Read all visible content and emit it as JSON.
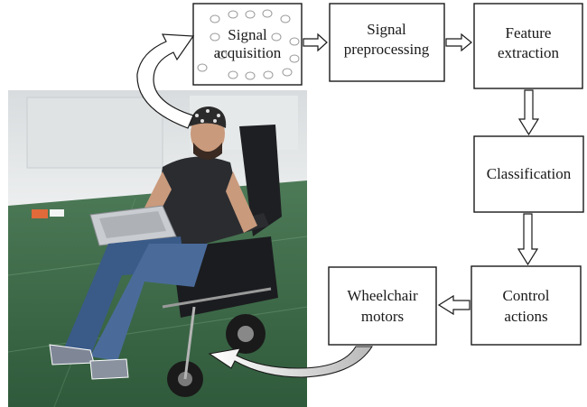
{
  "diagram": {
    "nodes": {
      "acquisition": {
        "line1": "Signal",
        "line2": "acquisition"
      },
      "preprocessing": {
        "line1": "Signal",
        "line2": "preprocessing"
      },
      "extraction": {
        "line1": "Feature",
        "line2": "extraction"
      },
      "classification": {
        "line1": "Classification"
      },
      "control": {
        "line1": "Control",
        "line2": "actions"
      },
      "motors": {
        "line1": "Wheelchair",
        "line2": "motors"
      }
    },
    "edges": [
      {
        "from": "acquisition",
        "to": "preprocessing"
      },
      {
        "from": "preprocessing",
        "to": "extraction"
      },
      {
        "from": "extraction",
        "to": "classification"
      },
      {
        "from": "classification",
        "to": "control"
      },
      {
        "from": "control",
        "to": "motors"
      },
      {
        "from": "motors",
        "to": "photo"
      },
      {
        "from": "photo",
        "to": "acquisition"
      }
    ]
  },
  "photo": {
    "subject": "man wearing EEG cap seated in powered wheelchair with laptop on lap"
  },
  "colors": {
    "line": "#1a1a1a",
    "floor": "#3f6a49",
    "wall": "#e8ebec",
    "skin": "#c99a7c",
    "jeans": "#3a5a88",
    "shirt": "#2a2c30"
  }
}
